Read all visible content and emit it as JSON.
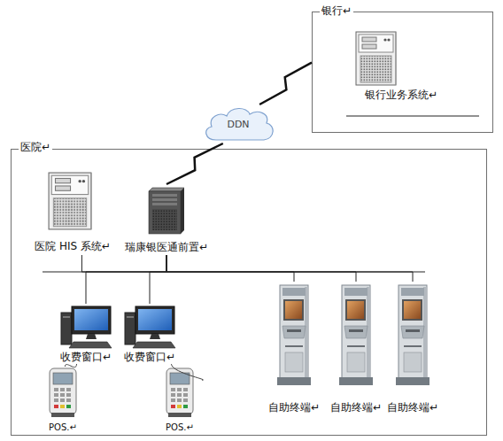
{
  "diagram": {
    "nodes": [
      {
        "text": [
          "银行↵"
        ]
      },
      {
        "text": [
          "银行业务系统↵"
        ],
        "in": 0
      },
      {
        "text": [
          "DDN"
        ]
      },
      {
        "text": [
          "医院↵"
        ]
      },
      {
        "text": [
          "医院 HIS 系统↵"
        ],
        "in": 3
      },
      {
        "text": [
          "瑞康银医通前置↵"
        ],
        "in": 3
      },
      {
        "text": [
          "收费窗口↵"
        ],
        "in": 3
      },
      {
        "text": [
          "收费窗口↵"
        ],
        "in": 3
      },
      {
        "text": [
          "自助终端↵"
        ],
        "in": 3
      },
      {
        "text": [
          "自助终端↵"
        ],
        "in": 3
      },
      {
        "text": [
          "自助终端↵"
        ],
        "in": 3
      },
      {
        "text": [
          "POS.↵"
        ],
        "in": 3
      },
      {
        "text": [
          "POS.↵"
        ],
        "in": 3
      }
    ],
    "edges": [
      {
        "from": 0,
        "to": 2,
        "arrow": "none"
      },
      {
        "from": 2,
        "to": 5,
        "arrow": "none"
      },
      {
        "from": 5,
        "to": 4,
        "arrow": "none"
      },
      {
        "from": 5,
        "to": 6,
        "arrow": "none"
      },
      {
        "from": 5,
        "to": 7,
        "arrow": "none"
      },
      {
        "from": 5,
        "to": 8,
        "arrow": "none"
      },
      {
        "from": 5,
        "to": 9,
        "arrow": "none"
      },
      {
        "from": 5,
        "to": 10,
        "arrow": "none"
      },
      {
        "from": 6,
        "to": 11,
        "arrow": "none"
      },
      {
        "from": 7,
        "to": 12,
        "arrow": "none"
      }
    ]
  }
}
